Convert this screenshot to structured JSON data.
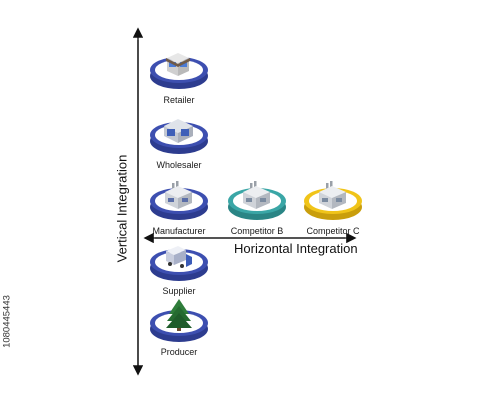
{
  "axes": {
    "vertical_label": "Vertical Integration",
    "horizontal_label": "Horizontal Integration"
  },
  "nodes": {
    "retailer": {
      "label": "Retailer",
      "icon": "retail-store-icon",
      "ring_color": "#3d4fb0"
    },
    "wholesaler": {
      "label": "Wholesaler",
      "icon": "warehouse-icon",
      "ring_color": "#3d4fb0"
    },
    "manufacturer": {
      "label": "Manufacturer",
      "icon": "factory-icon",
      "ring_color": "#3d4fb0"
    },
    "competitor_b": {
      "label": "Competitor B",
      "icon": "factory-icon",
      "ring_color": "#3aa6a6"
    },
    "competitor_c": {
      "label": "Competitor C",
      "icon": "factory-icon",
      "ring_color": "#f0c419"
    },
    "supplier": {
      "label": "Supplier",
      "icon": "delivery-truck-icon",
      "ring_color": "#3d4fb0"
    },
    "producer": {
      "label": "Producer",
      "icon": "pine-tree-icon",
      "ring_color": "#3d4fb0"
    }
  },
  "side_text": "1080445443"
}
